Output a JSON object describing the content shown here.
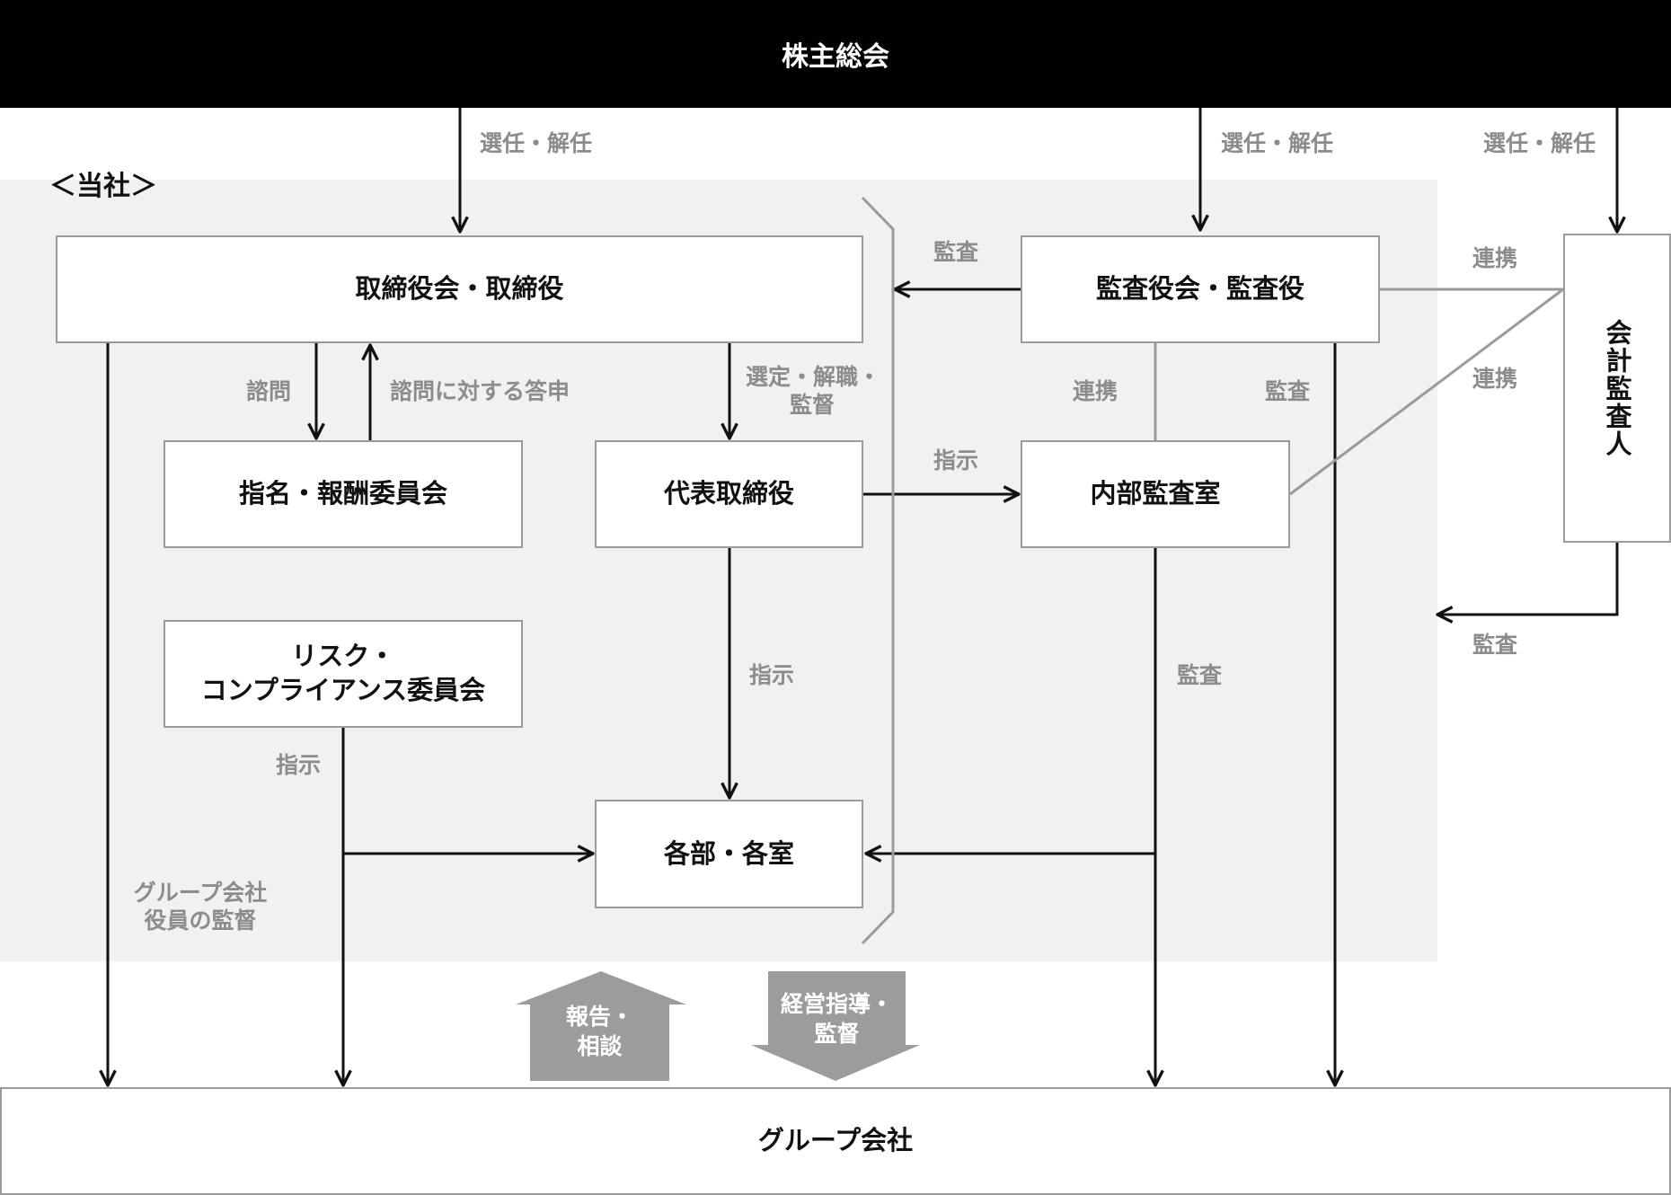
{
  "header": {
    "title": "株主総会"
  },
  "company": {
    "label": "＜当社＞"
  },
  "boxes": {
    "board": "取締役会・取締役",
    "audit_board": "監査役会・監査役",
    "nomination": "指名・報酬委員会",
    "representative": "代表取締役",
    "internal_audit": "内部監査室",
    "risk_line1": "リスク・",
    "risk_line2": "コンプライアンス委員会",
    "departments": "各部・各室",
    "accounting_auditor": "会計監査人",
    "group": "グループ会社"
  },
  "labels": {
    "elect_1": "選任・解任",
    "elect_2": "選任・解任",
    "elect_3": "選任・解任",
    "audit_to_board": "監査",
    "renkei_top": "連携",
    "renkei_mid": "連携",
    "renkei_internal": "連携",
    "audit_right": "監査",
    "consult": "諮問",
    "answer": "諮問に対する答申",
    "select_line1": "選定・解職・",
    "select_line2": "監督",
    "instruct_internal": "指示",
    "instruct_dept": "指示",
    "instruct_risk": "指示",
    "audit_internal": "監査",
    "audit_accounting": "監査",
    "group_sup_line1": "グループ会社",
    "group_sup_line2": "役員の監督",
    "report_line1": "報告・",
    "report_line2": "相談",
    "guide_line1": "経営指導・",
    "guide_line2": "監督"
  },
  "colors": {
    "bar": "#000000",
    "company_bg": "#f1f1f1",
    "box_border": "#9a9a9a",
    "label": "#8c8c8c",
    "big_arrow": "#9c9c9c"
  }
}
